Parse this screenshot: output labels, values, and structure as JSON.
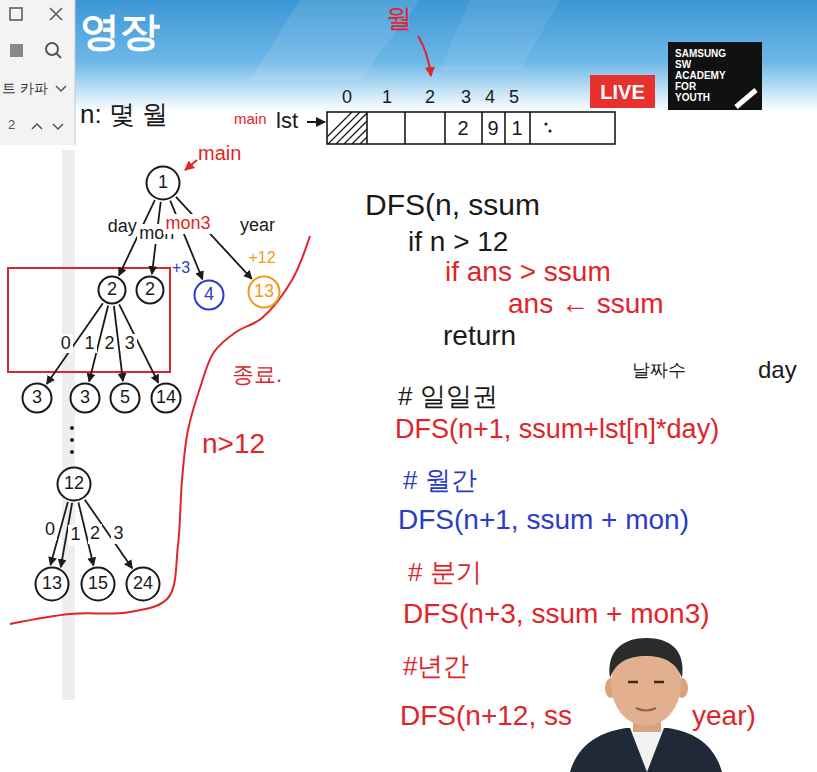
{
  "diagram": {
    "title": "영장",
    "nodes": [
      {
        "text": [
          "LIVE"
        ]
      },
      {
        "text": [
          "SAMSUNG SW ACADEMY FOR YOUTH"
        ]
      },
      {
        "text": [
          "1"
        ]
      },
      {
        "text": [
          "2"
        ]
      },
      {
        "text": [
          "2"
        ]
      },
      {
        "text": [
          "4"
        ]
      },
      {
        "text": [
          "13"
        ]
      },
      {
        "text": [
          "3"
        ]
      },
      {
        "text": [
          "3"
        ]
      },
      {
        "text": [
          "5"
        ]
      },
      {
        "text": [
          "14"
        ]
      },
      {
        "text": [
          "12"
        ]
      },
      {
        "text": [
          "13"
        ]
      },
      {
        "text": [
          "15"
        ]
      },
      {
        "text": [
          "24"
        ]
      }
    ],
    "edges": [
      {
        "from": 2,
        "to": 3,
        "label": "day",
        "arrow": "to"
      },
      {
        "from": 2,
        "to": 4,
        "label": "mon",
        "arrow": "to"
      },
      {
        "from": 2,
        "to": 5,
        "label": "mon3",
        "arrow": "to"
      },
      {
        "from": 2,
        "to": 6,
        "label": "year",
        "arrow": "to"
      },
      {
        "from": 3,
        "to": 7,
        "label": "0",
        "arrow": "to"
      },
      {
        "from": 3,
        "to": 8,
        "label": "1",
        "arrow": "to"
      },
      {
        "from": 3,
        "to": 9,
        "label": "2",
        "arrow": "to"
      },
      {
        "from": 3,
        "to": 10,
        "label": "3",
        "arrow": "to"
      },
      {
        "from": 11,
        "to": 12,
        "label": "0",
        "arrow": "to"
      },
      {
        "from": 11,
        "to": 12,
        "label": "1",
        "arrow": "to"
      },
      {
        "from": 11,
        "to": 13,
        "label": "2",
        "arrow": "to"
      },
      {
        "from": 11,
        "to": 14,
        "label": "3",
        "arrow": "to"
      }
    ],
    "labels": [
      "트 카파",
      "2",
      "n: 몇 월",
      "월",
      "0",
      "1",
      "2",
      "3",
      "4",
      "5",
      "2",
      "9",
      "1",
      "main",
      "lst",
      "main",
      "+3",
      "+12",
      "종료.",
      "n>12",
      "DFS(n, ssum",
      "if n > 12",
      "if ans > ssum",
      "ans ← ssum",
      "return",
      "# 일일권",
      "날짜수",
      "day",
      "DFS(n+1, ssum+lst[n]*day)",
      "# 월간",
      "DFS(n+1, ssum + mon)",
      "# 분기",
      "DFS(n+3, ssum + mon3)",
      "#년간",
      "DFS(n+12, ss",
      "year)"
    ]
  }
}
